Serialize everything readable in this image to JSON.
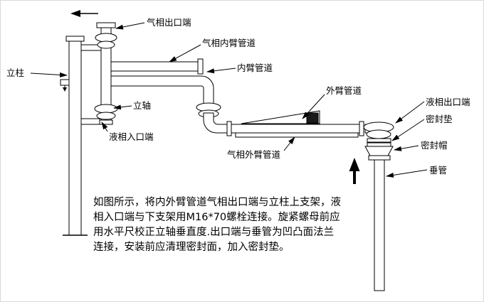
{
  "diagram": {
    "labels": {
      "gas_outlet": "气相出口端",
      "gas_inner_arm": "气相内臂管道",
      "inner_arm": "内臂管道",
      "column": "立柱",
      "vertical_shaft": "立轴",
      "liquid_inlet": "液相入口端",
      "outer_arm": "外臂管道",
      "gas_outer_arm": "气相外臂管道",
      "liquid_outlet": "液相出口端",
      "seal_gasket": "密封垫",
      "seal_cap": "密封帽",
      "drop_pipe": "垂管"
    },
    "note_lines": [
      "如图所示，将内外臂管道气相出口端与立柱上支架，液",
      "相入口端与下支架用M16*70螺栓连接。旋紧螺母前应",
      "用水平尺校正立轴垂直度.出口端与垂管为凹凸面法兰",
      "连接，安装前应清理密封面，加入密封垫。"
    ],
    "colors": {
      "line": "#000000",
      "background": "#ffffff"
    }
  }
}
